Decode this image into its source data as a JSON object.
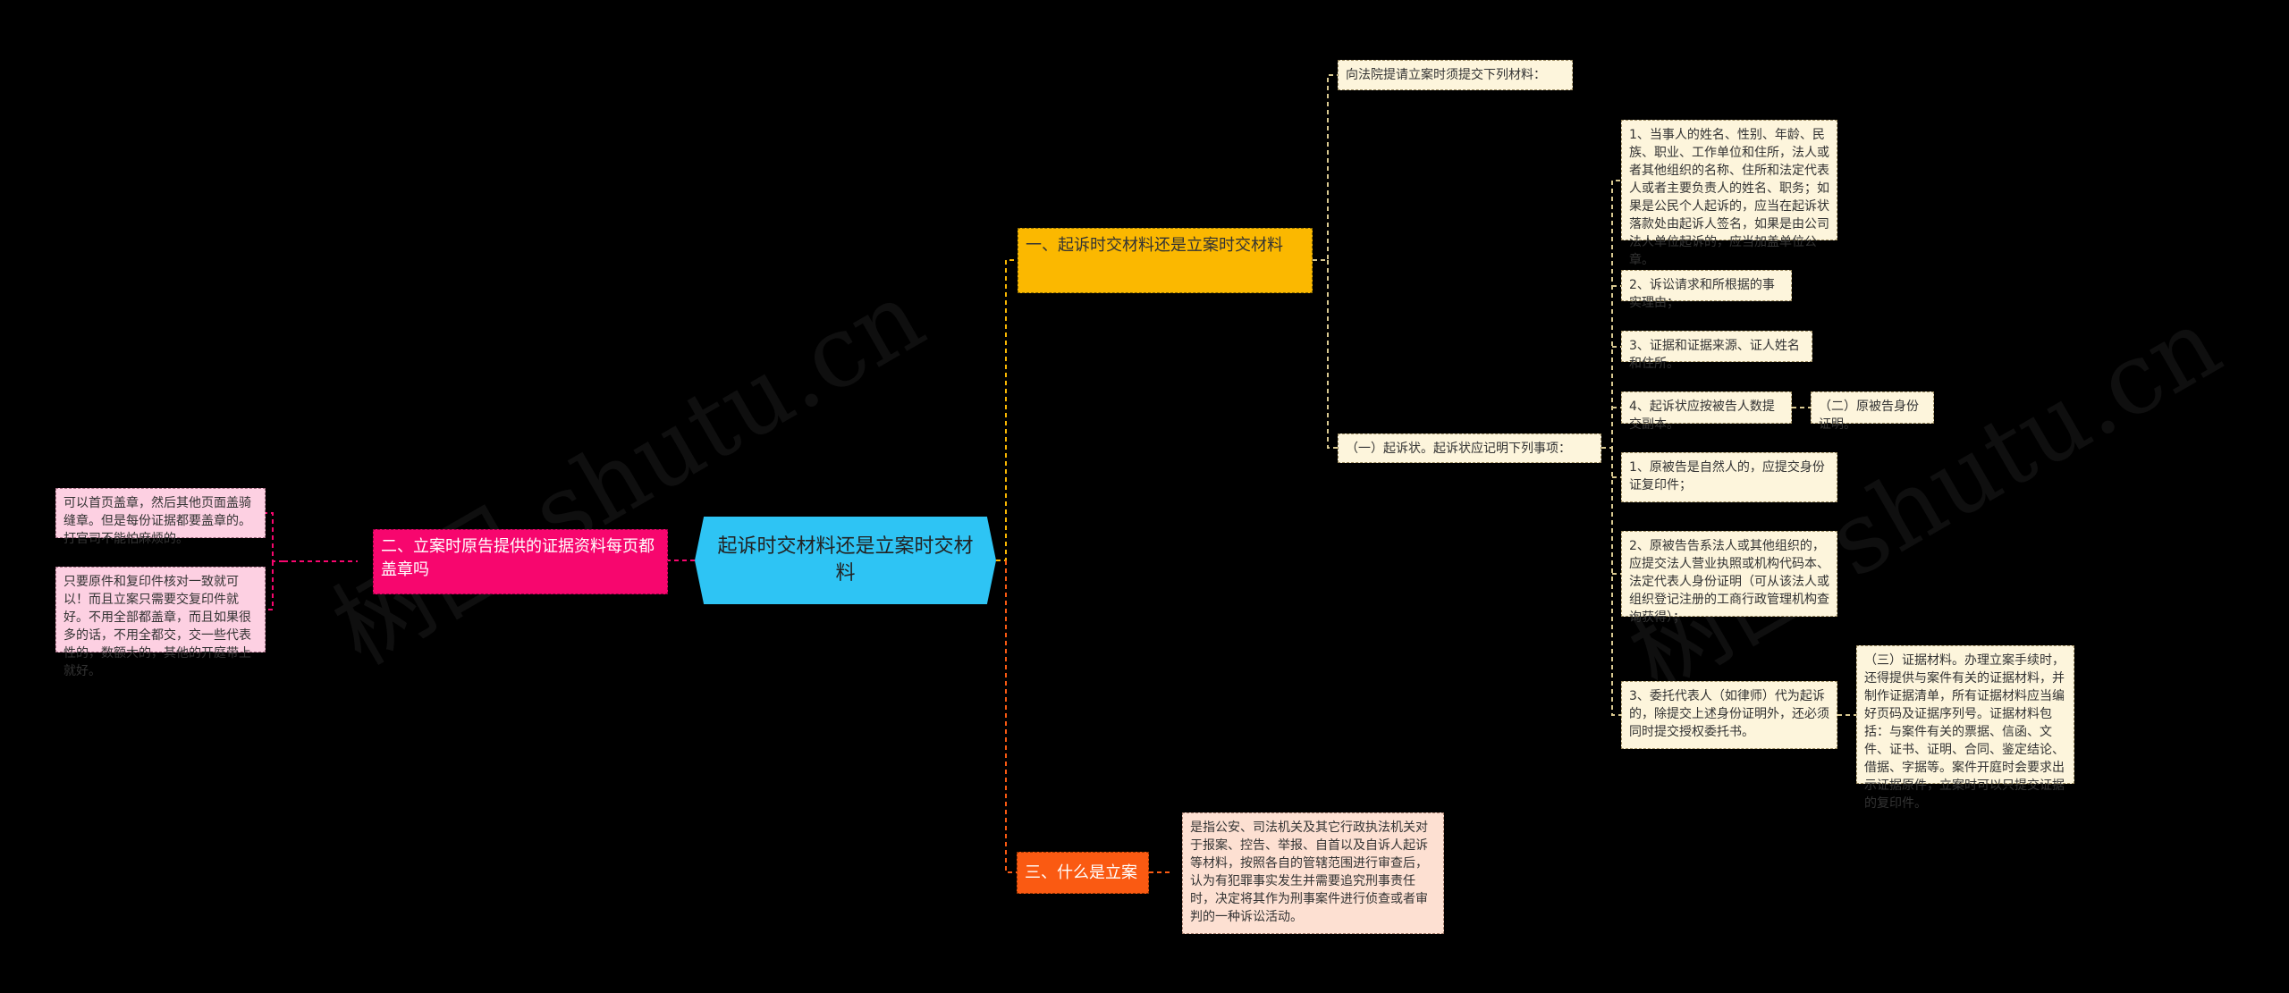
{
  "watermark": "树图 shutu.cn",
  "center": "起诉时交材料还是立案时交材料",
  "branch1": {
    "label": "一、起诉时交材料还是立案时交材料",
    "intro": "向法院提请立案时须提交下列材料：",
    "sub1": {
      "label": "（一）起诉状。起诉状应记明下列事项：",
      "items": [
        "1、当事人的姓名、性别、年龄、民族、职业、工作单位和住所，法人或者其他组织的名称、住所和法定代表人或者主要负责人的姓名、职务；如果是公民个人起诉的，应当在起诉状落款处由起诉人签名，如果是由公司法人单位起诉的，应当加盖单位公章。",
        "2、诉讼请求和所根据的事实理由；",
        "3、证据和证据来源、证人姓名和住所。",
        "4、起诉状应按被告人数提交副本。"
      ]
    },
    "sub2": {
      "label": "（二）原被告身份证明。",
      "items": [
        "1、原被告是自然人的，应提交身份证复印件；",
        "2、原被告告系法人或其他组织的，应提交法人营业执照或机构代码本、法定代表人身份证明（可从该法人或组织登记注册的工商行政管理机构查询获得）；",
        "3、委托代表人（如律师）代为起诉的，除提交上述身份证明外，还必须同时提交授权委托书。"
      ]
    },
    "sub3": "（三）证据材料。办理立案手续时，还得提供与案件有关的证据材料，并制作证据清单，所有证据材料应当编好页码及证据序列号。证据材料包括：与案件有关的票据、信函、文件、证书、证明、合同、鉴定结论、借据、字据等。案件开庭时会要求出示证据原件，立案时可以只提交证据的复印件。"
  },
  "branch2": {
    "label": "二、立案时原告提供的证据资料每页都盖章吗",
    "items": [
      "可以首页盖章，然后其他页面盖骑缝章。但是每份证据都要盖章的。打官司不能怕麻烦的。",
      "只要原件和复印件核对一致就可以！而且立案只需要交复印件就好。不用全部都盖章，而且如果很多的话，不用全都交，交一些代表性的，数额大的，其他的开庭带上就好。"
    ]
  },
  "branch3": {
    "label": "三、什么是立案",
    "text": "是指公安、司法机关及其它行政执法机关对于报案、控告、举报、自首以及自诉人起诉等材料，按照各自的管辖范围进行审查后，认为有犯罪事实发生并需要追究刑事责任时，决定将其作为刑事案件进行侦查或者审判的一种诉讼活动。"
  },
  "colors": {
    "center": "#2ec4f4",
    "branch1": "#fbb800",
    "branch2": "#f7066e",
    "branch3": "#fa5a12"
  }
}
